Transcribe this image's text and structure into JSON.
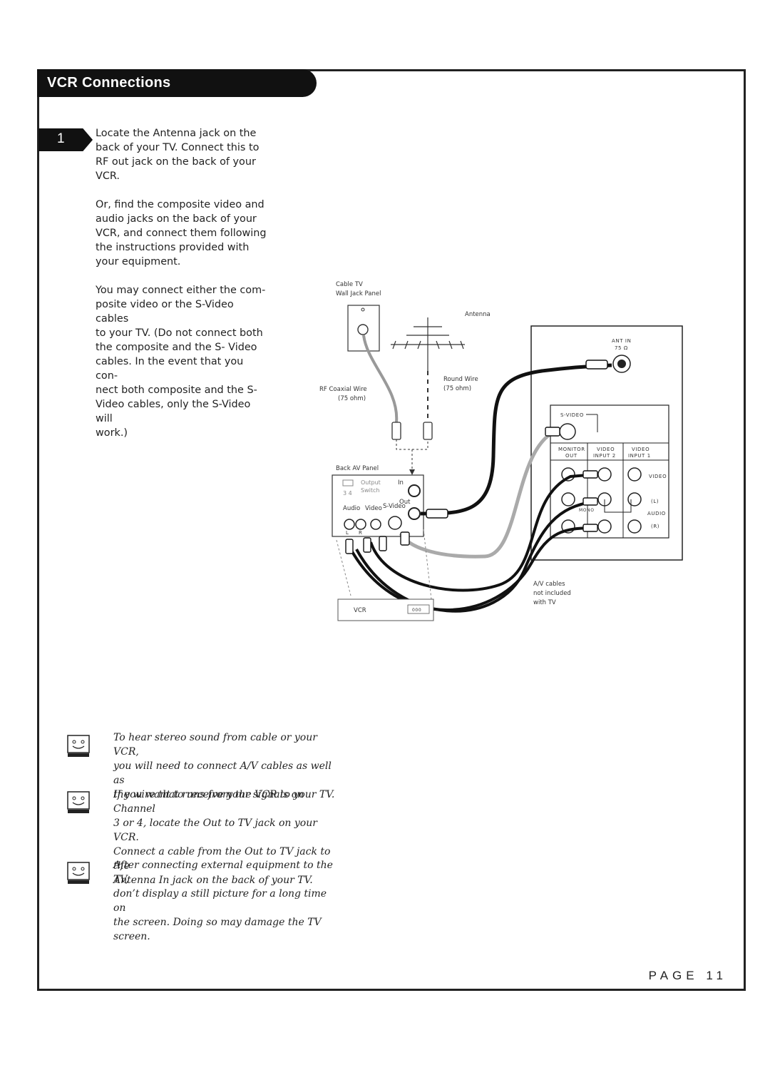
{
  "header": {
    "title": "VCR Connections"
  },
  "step": {
    "number": "1",
    "paragraphs": [
      [
        "Locate the Antenna jack on the",
        "back of your TV. Connect this to",
        "RF out jack on the back of your",
        "VCR."
      ],
      [
        "Or, find the composite video and",
        "audio jacks on the back of your",
        "VCR, and connect them following",
        "the instructions provided with",
        "your equipment."
      ],
      [
        "You may connect either the com-",
        "posite video or the S-Video cables",
        "to your TV. (Do not connect both",
        "the composite and the S- Video",
        "cables. In the event that you con-",
        "nect both composite and the S-",
        "Video cables, only the S-Video will",
        "work.)"
      ]
    ]
  },
  "diagram": {
    "cable_tv": "Cable TV",
    "wall_jack": "Wall Jack Panel",
    "antenna": "Antenna",
    "rf_coaxial": "RF Coaxial Wire",
    "rf_ohm": "(75 ohm)",
    "round_wire": "Round Wire",
    "round_ohm": "(75 ohm)",
    "back_av_panel": "Back AV Panel",
    "output": "Output",
    "switch": "Switch",
    "switch_nums": "3  4",
    "in_label": "In",
    "out_label": "Out",
    "audio": "Audio",
    "video": "Video",
    "s_video": "S-Video",
    "l": "L",
    "r": "R",
    "vcr": "VCR",
    "vcr_display": "000",
    "ant_in": "ANT IN",
    "ohm_75": "75 Ω",
    "s_video_caps": "S-VIDEO",
    "monitor": "MONITOR",
    "out_caps": "OUT",
    "video_caps": "VIDEO",
    "input2": "INPUT 2",
    "input1": "INPUT 1",
    "mono": "MONO",
    "audio_caps": "AUDIO",
    "l_paren": "(L)",
    "r_paren": "(R)",
    "av_cables": [
      "A/V cables",
      "not included",
      "with TV"
    ]
  },
  "notes": [
    [
      "To hear stereo sound from cable or your VCR,",
      "you will need to connect A/V cables as well as",
      "the wire that runs from the VCR to your TV."
    ],
    [
      "If you want to receive your signals on Channel",
      "3 or 4, locate the Out to TV jack on your VCR.",
      "Connect a cable from the Out to TV jack to the",
      "Antenna In jack on the back of your TV."
    ],
    [
      "After connecting external equipment to the TV,",
      "don’t display a still picture for a long time on",
      "the screen. Doing so may damage the TV",
      "screen."
    ]
  ],
  "footer": {
    "page": "PAGE 11"
  }
}
